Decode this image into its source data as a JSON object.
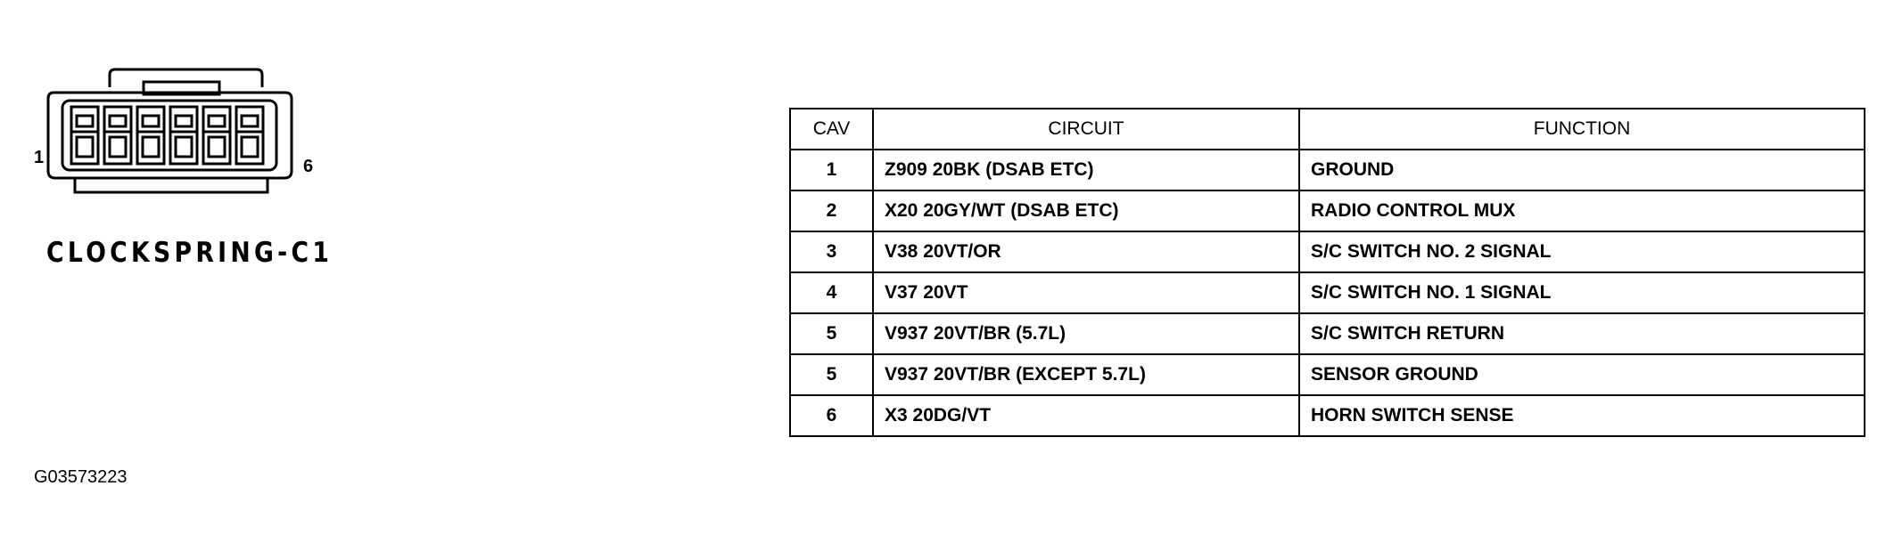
{
  "connector": {
    "title": "CLOCKSPRING-C1",
    "pin_first_label": "1",
    "pin_last_label": "6",
    "cavity_count": 6
  },
  "figure_id": "G03573223",
  "table": {
    "headers": [
      "CAV",
      "CIRCUIT",
      "FUNCTION"
    ],
    "rows": [
      {
        "cav": "1",
        "circuit": "Z909 20BK (DSAB ETC)",
        "function": "GROUND"
      },
      {
        "cav": "2",
        "circuit": "X20 20GY/WT (DSAB ETC)",
        "function": "RADIO CONTROL MUX"
      },
      {
        "cav": "3",
        "circuit": "V38 20VT/OR",
        "function": "S/C SWITCH NO. 2 SIGNAL"
      },
      {
        "cav": "4",
        "circuit": "V37 20VT",
        "function": "S/C SWITCH NO. 1 SIGNAL"
      },
      {
        "cav": "5",
        "circuit": "V937 20VT/BR (5.7L)",
        "function": "S/C SWITCH RETURN"
      },
      {
        "cav": "5",
        "circuit": "V937 20VT/BR (EXCEPT 5.7L)",
        "function": "SENSOR GROUND"
      },
      {
        "cav": "6",
        "circuit": "X3 20DG/VT",
        "function": "HORN SWITCH SENSE"
      }
    ]
  }
}
